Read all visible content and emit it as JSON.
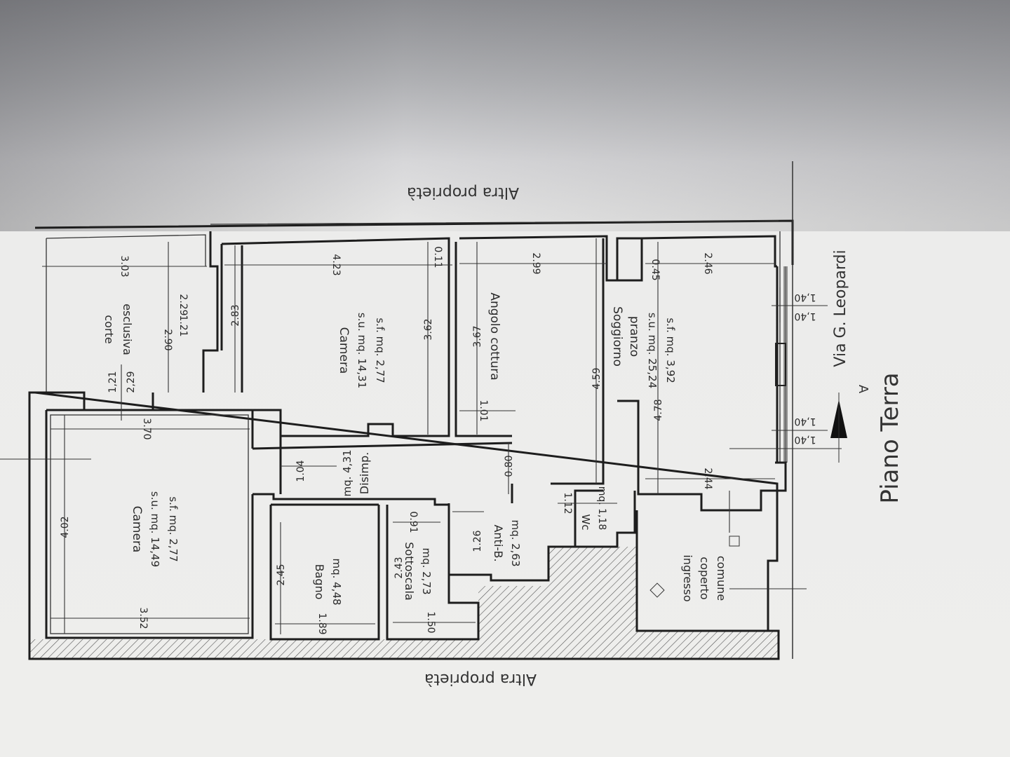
{
  "title": "Piano Terra",
  "street": "Via G. Leopardi",
  "neighbor_top": "Altra proprietà",
  "neighbor_bottom": "Altra proprietà",
  "north_marker": "A",
  "rooms": {
    "corte": {
      "line1": "corte",
      "line2": "esclusiva"
    },
    "camera_top": {
      "name": "Camera",
      "su": "s.u. mq. 14,31",
      "sf": "s.f. mq. 2,77"
    },
    "camera_left": {
      "name": "Camera",
      "su": "s.u. mq. 14,49",
      "sf": "s.f. mq. 2,77"
    },
    "angolo": {
      "name": "Angolo cottura"
    },
    "soggiorno": {
      "line1": "Soggiorno",
      "line2": "pranzo",
      "su": "s.u. mq. 25,24",
      "sf": "s.f. mq. 3,92"
    },
    "disimp": {
      "name": "Disimp.",
      "area": "mq. 4,31"
    },
    "bagno": {
      "name": "Bagno",
      "area": "mq. 4,48"
    },
    "sottoscala": {
      "name": "Sottoscala",
      "area": "mq. 2,73"
    },
    "antib": {
      "name": "Anti-B.",
      "area": "mq. 2,63"
    },
    "wc": {
      "name": "Wc",
      "area": "mq. 1,18"
    },
    "ingresso": {
      "line1": "ingresso",
      "line2": "coperto",
      "line3": "comune"
    }
  },
  "dims": {
    "d303": "3.03",
    "d290": "2.90",
    "d229a": "2.29",
    "d121a": "1.21",
    "d121b": "1,21",
    "d229b": "2,29",
    "d283": "2.83",
    "d423": "4.23",
    "d011": "0.11",
    "d362": "3.62",
    "d367": "3.67",
    "d299": "2.99",
    "d101": "1.01",
    "d459": "4.59",
    "d045": "0.45",
    "d246": "2.46",
    "d478": "4.78",
    "d244": "2.44",
    "d370": "3.70",
    "d402": "4.02",
    "d352": "3.52",
    "d104": "1.04",
    "d080": "0.80",
    "d091": "0.91",
    "d245": "2.45",
    "d189": "1.89",
    "d243": "2.43",
    "d150": "1.50",
    "d126": "1.26",
    "d112": "1.12",
    "d140a": "1,40",
    "d140b": "1,40",
    "d140c": "1,40",
    "d140d": "1,40"
  }
}
